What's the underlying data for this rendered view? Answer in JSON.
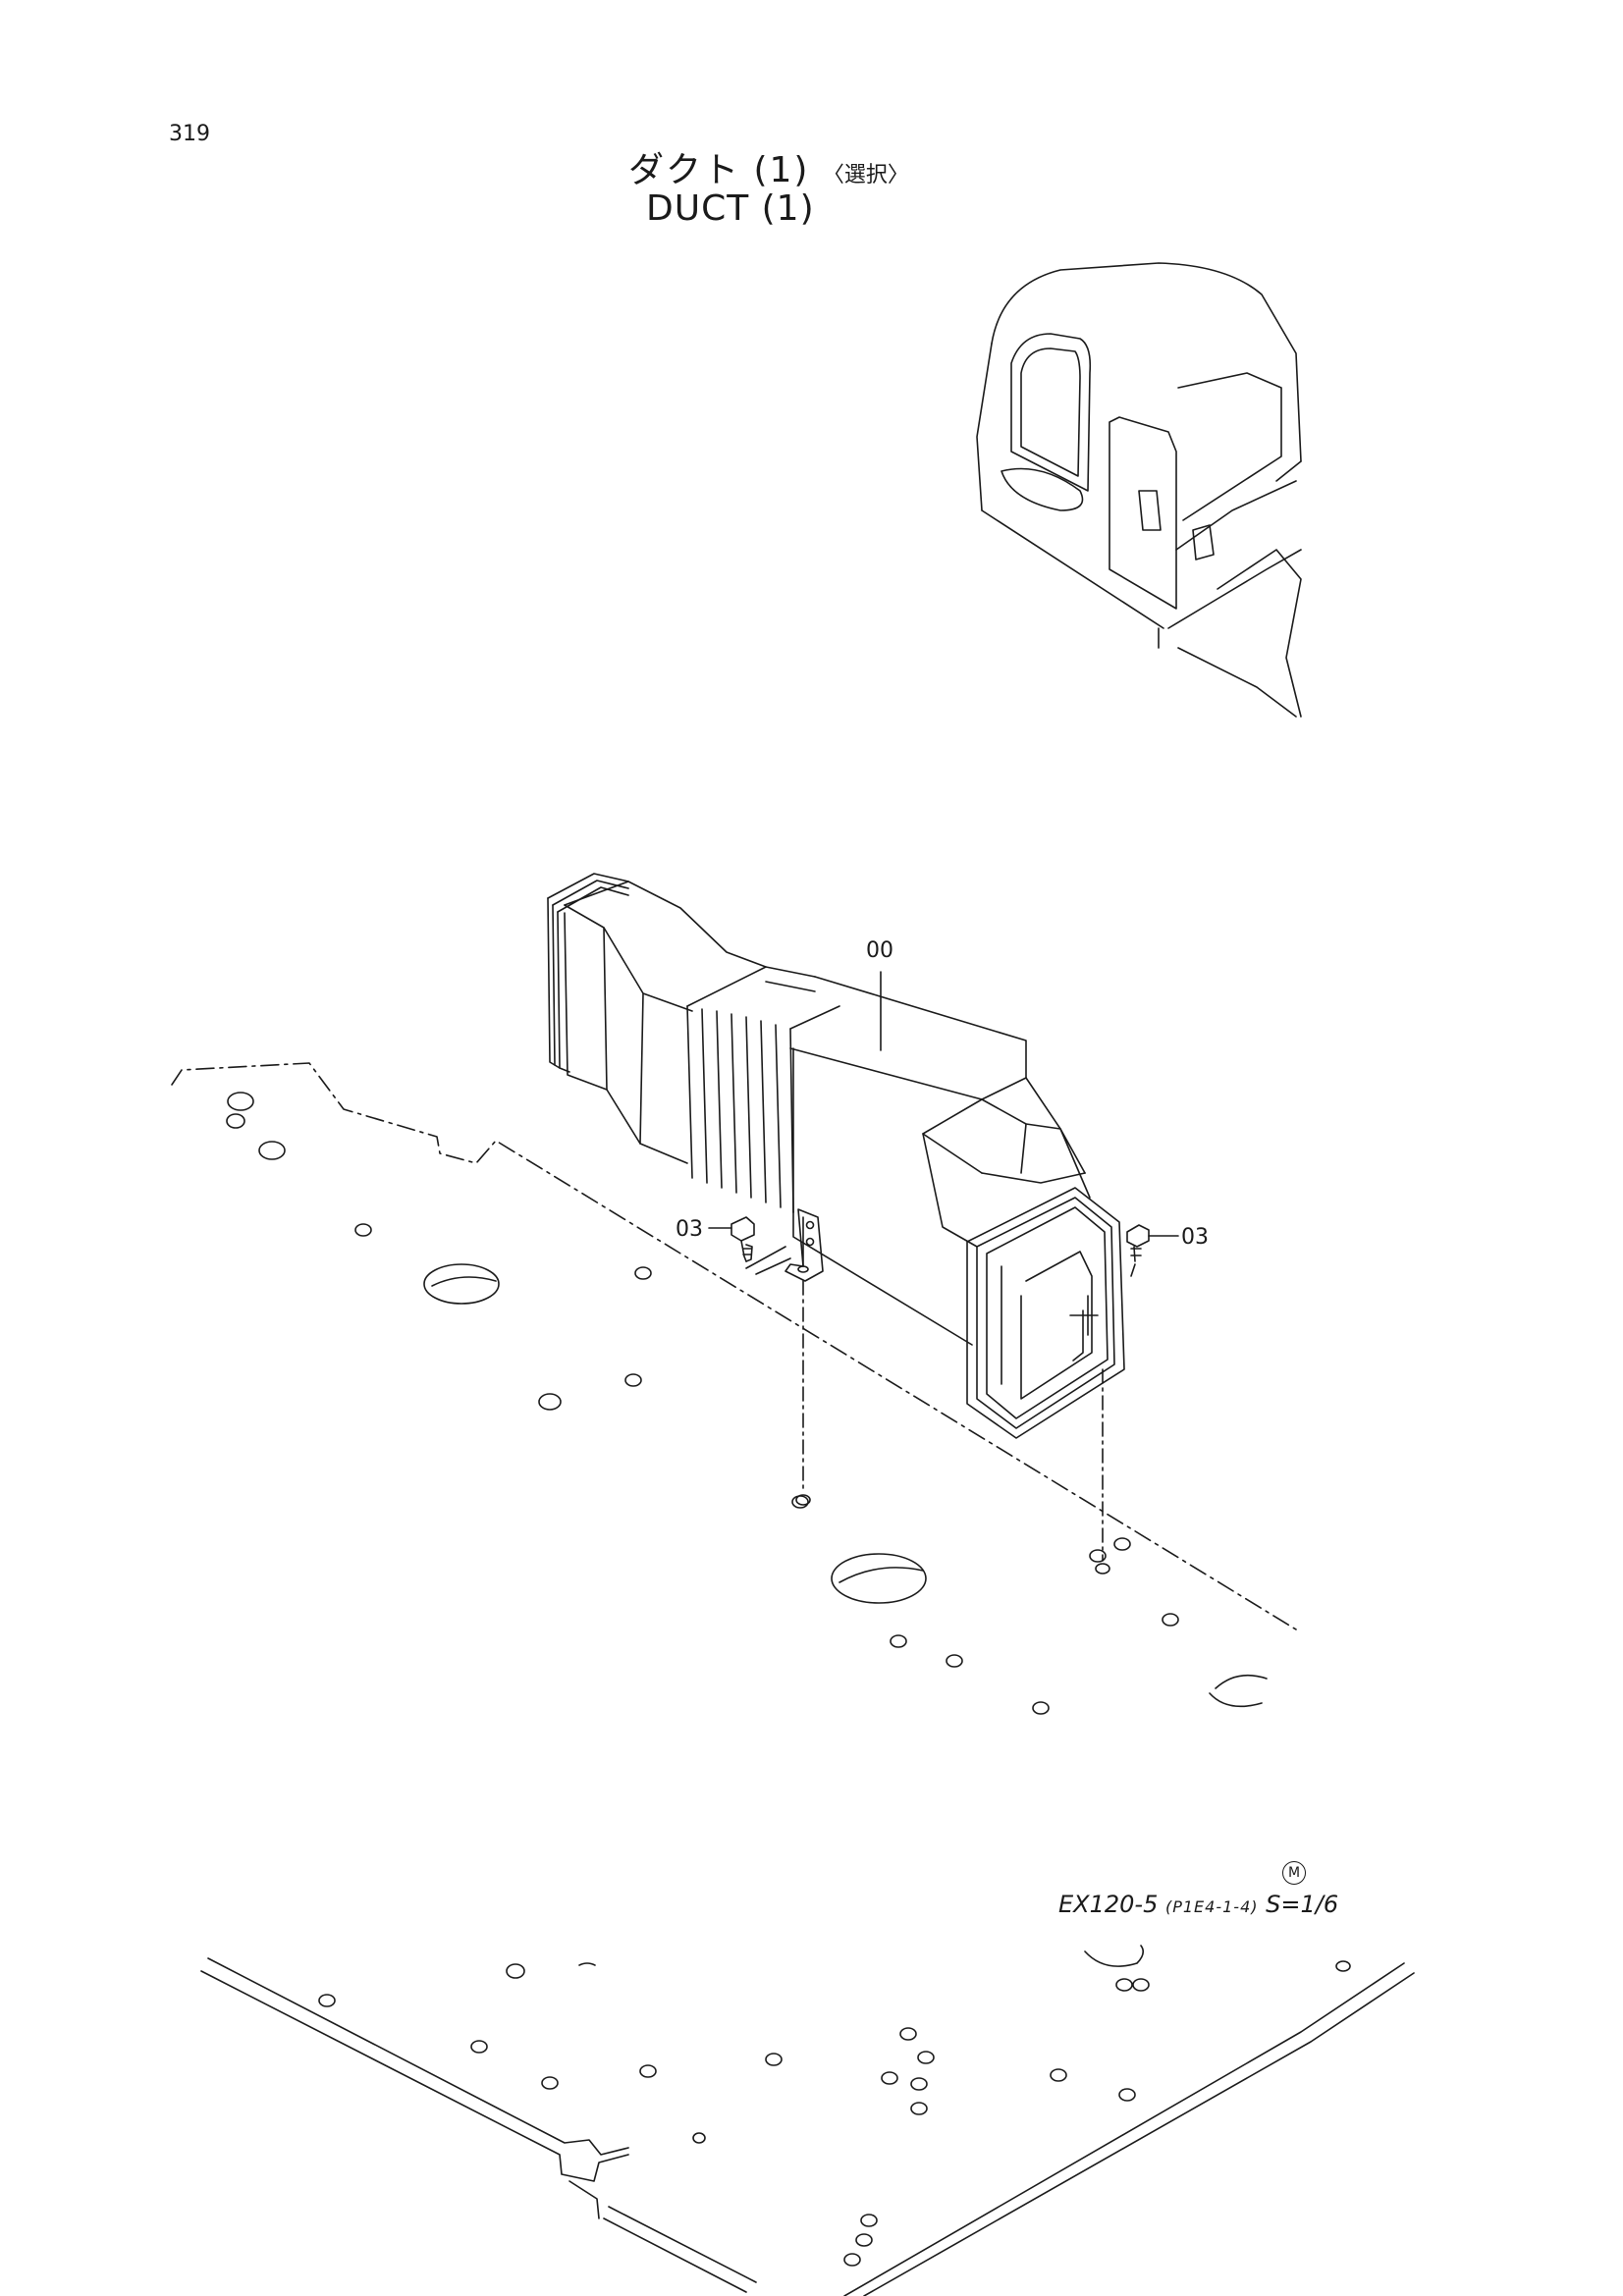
{
  "page": {
    "number": "319"
  },
  "title": {
    "jp_main": "ダクト (1)",
    "jp_note": "〈選択〉",
    "en": "DUCT (1)"
  },
  "callouts": [
    {
      "id": "duct",
      "label": "00"
    },
    {
      "id": "bolt-left",
      "label": "03"
    },
    {
      "id": "bolt-right",
      "label": "03"
    }
  ],
  "footer": {
    "mark": "M",
    "model": "EX120-5",
    "code": "(P1E4-1-4)",
    "scale": "S=1/6"
  }
}
